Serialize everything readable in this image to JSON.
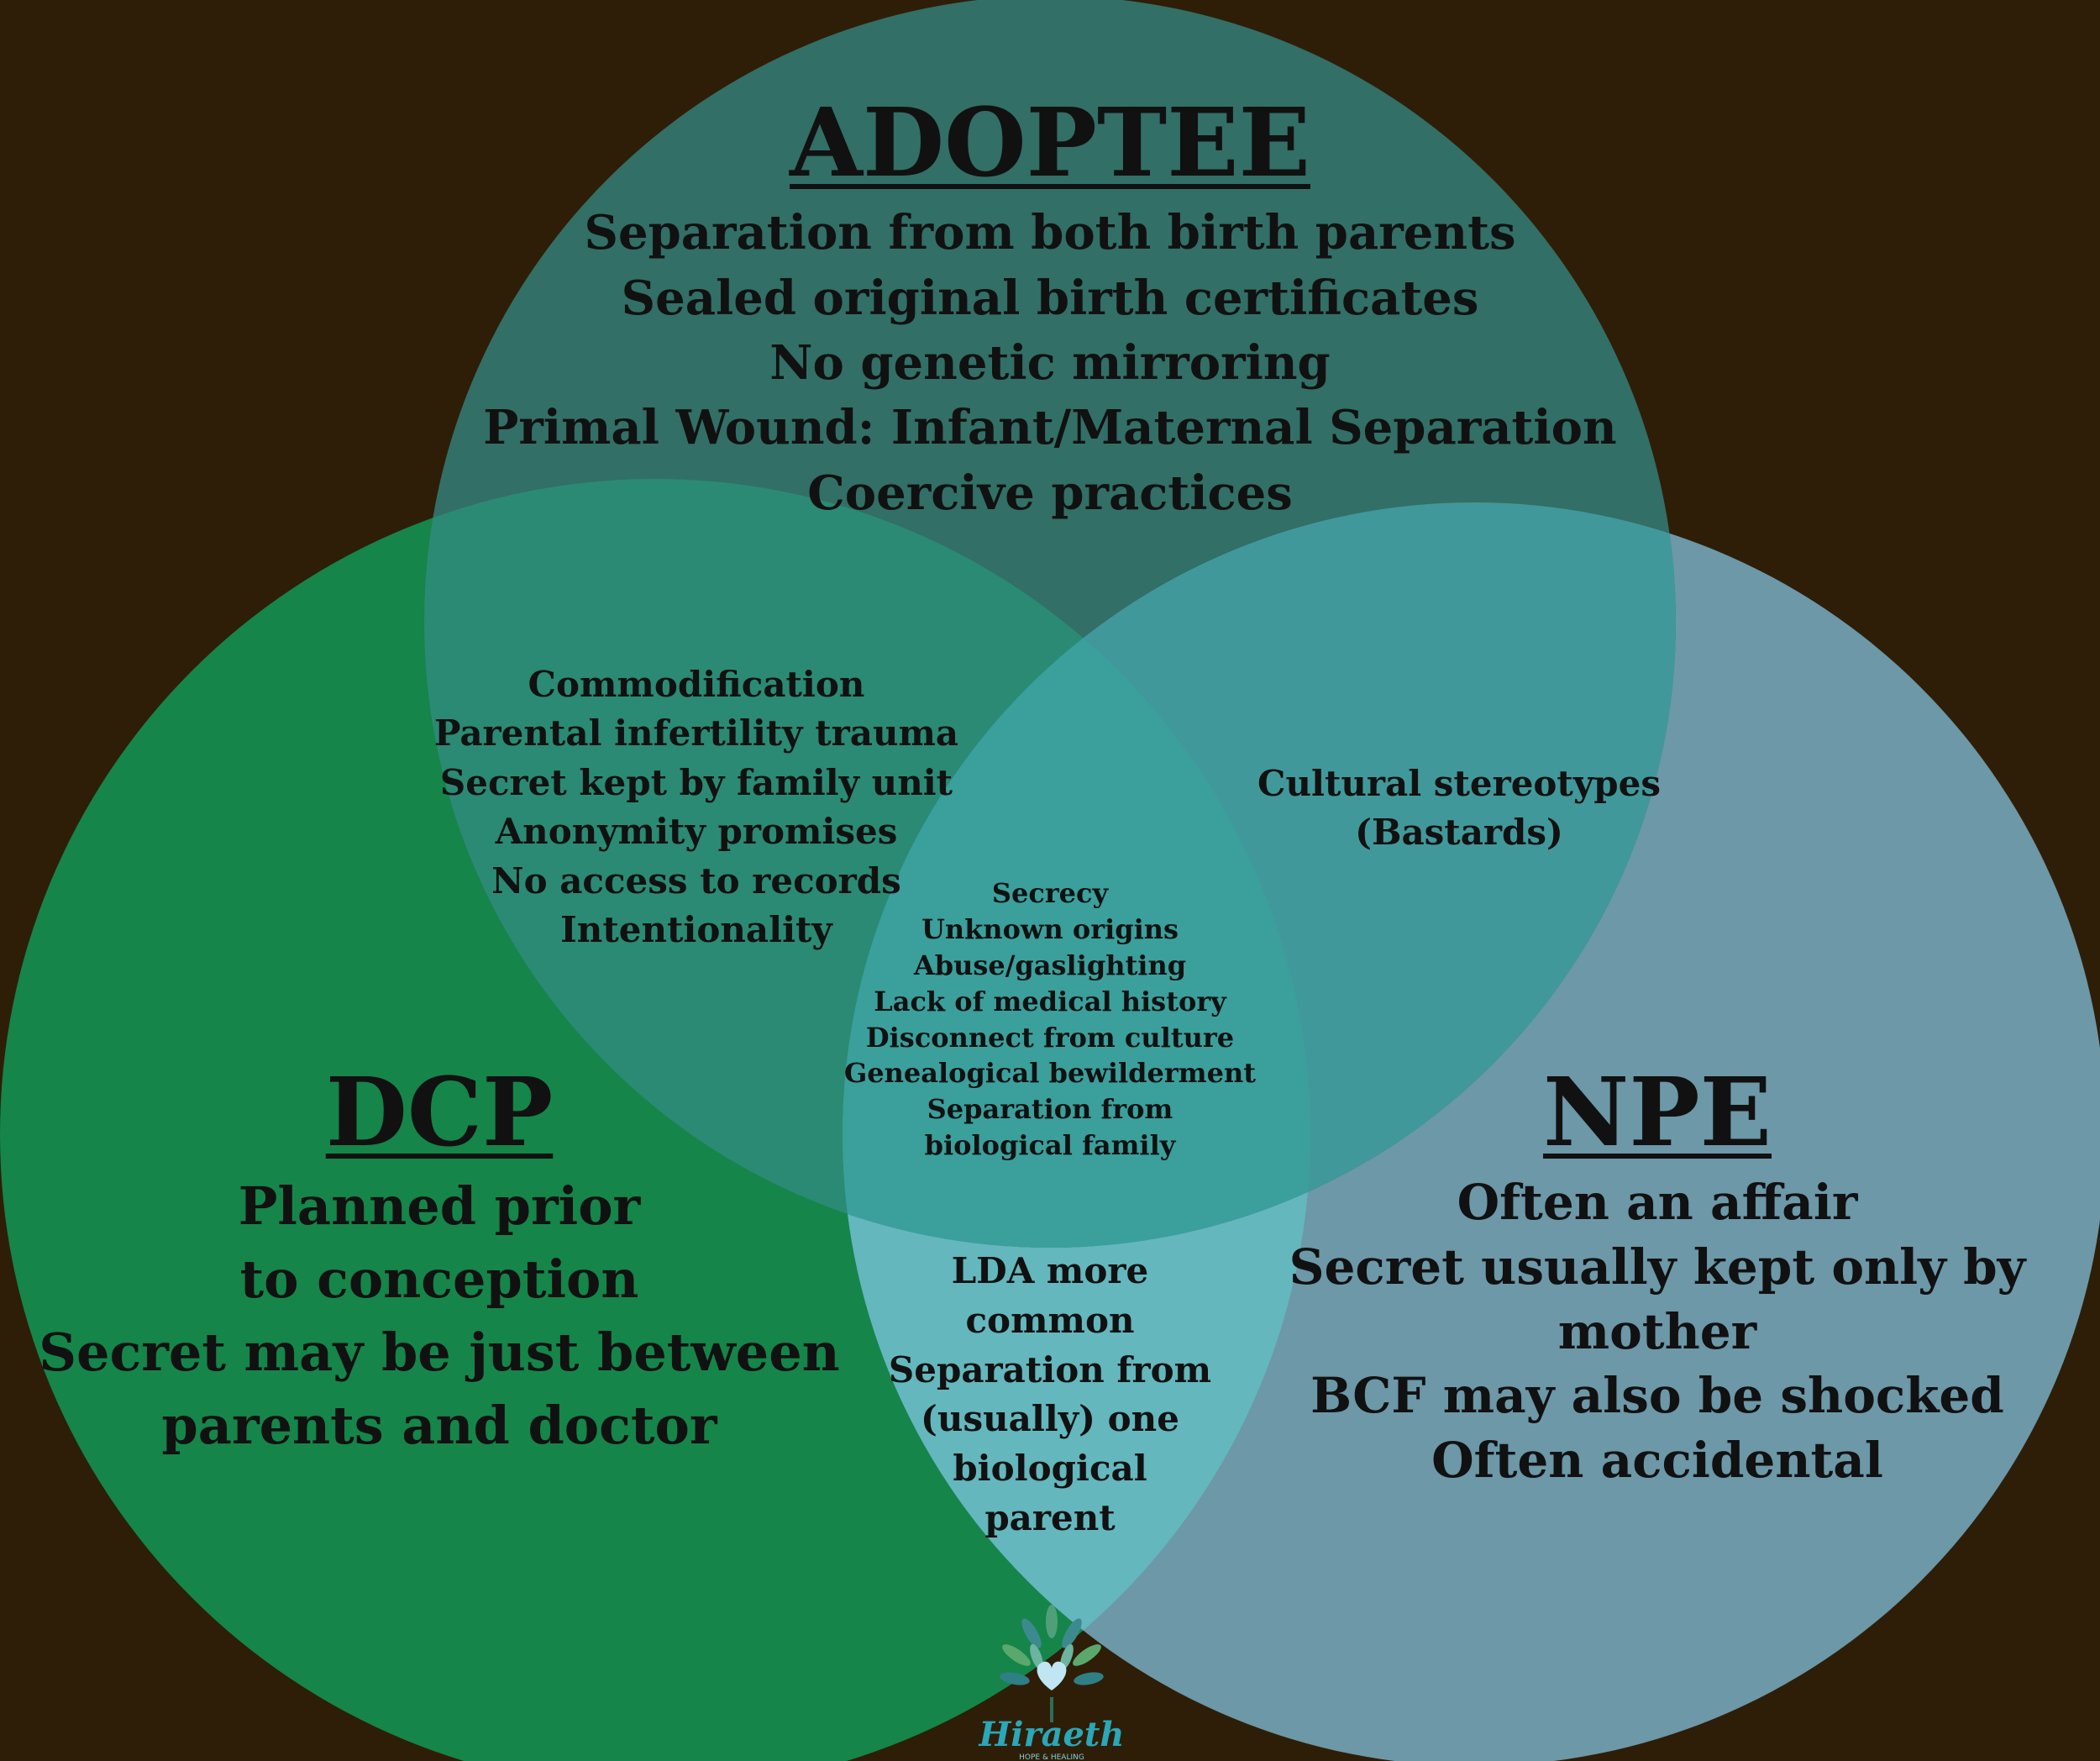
{
  "colors": {
    "background": "#2e1e07",
    "dcp_circle": "#15854a",
    "npe_circle": "#6c98a8",
    "adoptee_circle": "#2d8e88",
    "text": "#111111"
  },
  "adoptee": {
    "title": "ADOPTEE",
    "items": [
      "Separation from both birth parents",
      "Sealed original birth certificates",
      "No genetic mirroring",
      "Primal Wound: Infant/Maternal Separation",
      "Coercive practices"
    ]
  },
  "dcp": {
    "title": "DCP",
    "items": [
      "Planned prior",
      "to conception",
      "Secret may be just between",
      "parents and doctor"
    ]
  },
  "npe": {
    "title": "NPE",
    "items": [
      "Often an affair",
      "Secret usually kept only by",
      "mother",
      "BCF may also be shocked",
      "Often accidental"
    ]
  },
  "dcp_adoptee_overlap": {
    "items": [
      "Commodification",
      "Parental infertility trauma",
      "Secret kept by family unit",
      "Anonymity promises",
      "No access to records",
      "Intentionality"
    ]
  },
  "adoptee_npe_overlap": {
    "items": [
      "Cultural stereotypes",
      "(Bastards)"
    ]
  },
  "all_overlap": {
    "items": [
      "Secrecy",
      "Unknown origins",
      "Abuse/gaslighting",
      "Lack of medical history",
      "Disconnect from culture",
      "Genealogical bewilderment",
      "Separation from",
      "biological family"
    ]
  },
  "dcp_npe_overlap": {
    "items": [
      "LDA more",
      "common",
      "Separation from",
      "(usually) one",
      "biological",
      "parent"
    ]
  },
  "logo": {
    "name": "Hiraeth",
    "tagline": "HOPE & HEALING",
    "icon": "tree-heart-icon"
  }
}
